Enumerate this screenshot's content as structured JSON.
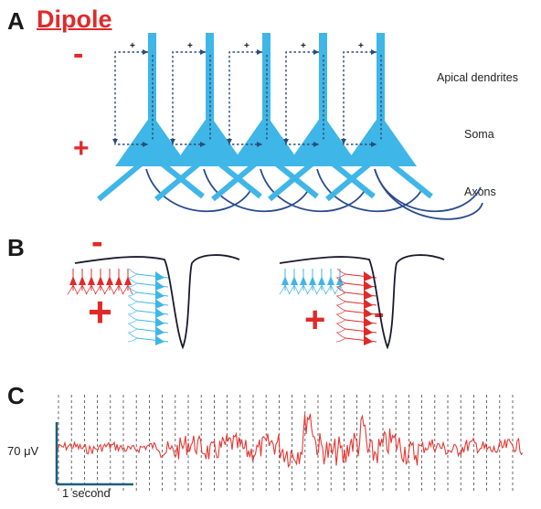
{
  "panelA": {
    "letter": "A",
    "title": "Dipole",
    "label_apical": "Apical dendrites",
    "label_soma": "Soma",
    "label_axons": "Axons",
    "sign_top": "-",
    "sign_bottom": "+",
    "arrow_sign": "+"
  },
  "panelB": {
    "letter": "B",
    "left_sign_top": "-",
    "left_sign_bottom": "+",
    "right_sign_plus": "+",
    "right_sign_minus": "-"
  },
  "panelC": {
    "letter": "C",
    "scale_voltage": "70 μV",
    "scale_time": "1 second"
  },
  "colors": {
    "neuron_blue": "#3fb6e8",
    "axon_navy": "#2a4c8f",
    "sign_red": "#e02a2a",
    "trace_red": "#e53935"
  }
}
